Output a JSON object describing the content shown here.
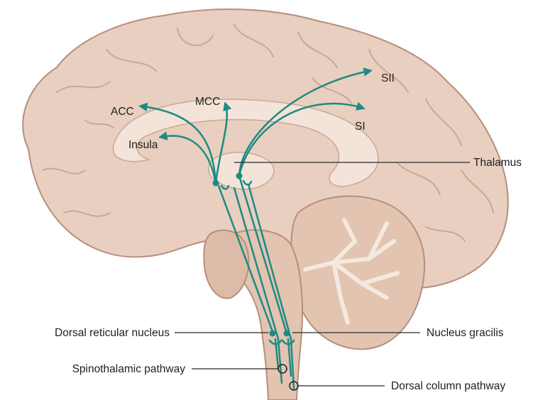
{
  "brain_labels": {
    "acc": "ACC",
    "mcc": "MCC",
    "insula": "Insula",
    "sii": "SII",
    "si": "SI"
  },
  "callouts": {
    "thalamus": "Thalamus",
    "dorsal_reticular_nucleus": "Dorsal reticular nucleus",
    "nucleus_gracilis": "Nucleus gracilis",
    "spinothalamic_pathway": "Spinothalamic pathway",
    "dorsal_column_pathway": "Dorsal column pathway"
  },
  "colors": {
    "pathway": "#1e8a84",
    "cortex": "#e8cfbf",
    "cortex_dark": "#c9a896",
    "white_matter": "#f3e3d8",
    "outline": "#b68f7c",
    "callout_line": "#2a2a2a"
  }
}
